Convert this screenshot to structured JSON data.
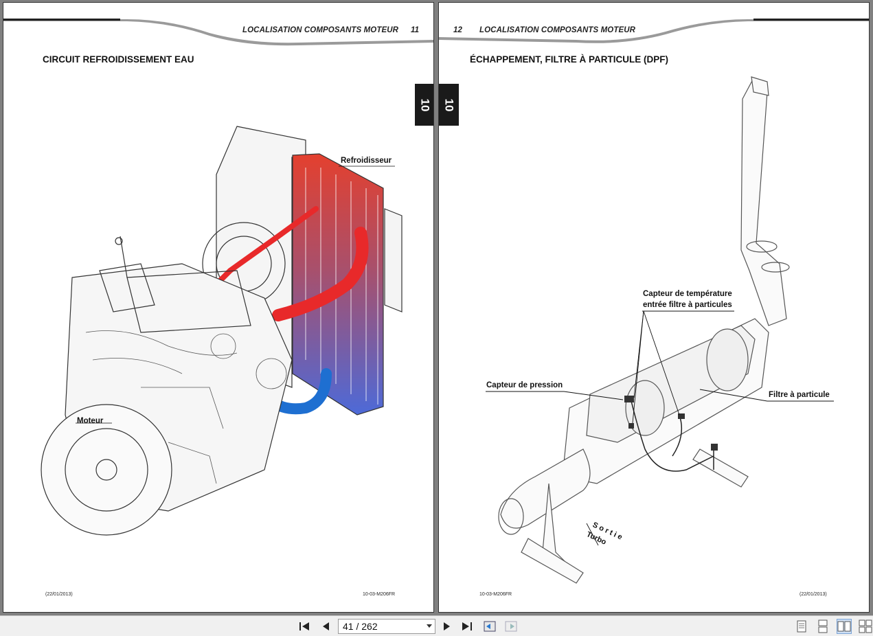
{
  "left_page": {
    "header": "LOCALISATION COMPOSANTS MOTEUR",
    "page_number": "11",
    "title": "CIRCUIT REFROIDISSEMENT EAU",
    "chapter": "10",
    "callouts": {
      "cooler": "Refroidisseur",
      "engine": "Moteur"
    },
    "footer_date": "(22/01/2013)",
    "footer_ref": "10-03-M206FR"
  },
  "right_page": {
    "header": "LOCALISATION COMPOSANTS MOTEUR",
    "page_number": "12",
    "title": "ÉCHAPPEMENT, FILTRE À PARTICULE (DPF)",
    "chapter": "10",
    "callouts": {
      "temp_sensor_line1": "Capteur de température",
      "temp_sensor_line2": "entrée filtre à particules",
      "pressure_sensor": "Capteur de pression",
      "particle_filter": "Filtre à particule",
      "turbo_out_1": "Sortie",
      "turbo_out_2": "Turbo"
    },
    "footer_ref": "10-03-M206FR",
    "footer_date": "(22/01/2013)"
  },
  "toolbar": {
    "page_indicator": "41 / 262",
    "icons": [
      "first-page-icon",
      "previous-page-icon",
      "next-page-icon",
      "last-page-icon",
      "back-view-icon",
      "forward-view-icon",
      "single-page-icon",
      "continuous-icon",
      "facing-pages-icon",
      "continuous-facing-icon"
    ]
  },
  "colors": {
    "hot_coolant": "#e8292a",
    "cold_coolant": "#1e6fd1",
    "chapter_tab": "#1a1a1a",
    "viewer_bg": "#808080"
  }
}
